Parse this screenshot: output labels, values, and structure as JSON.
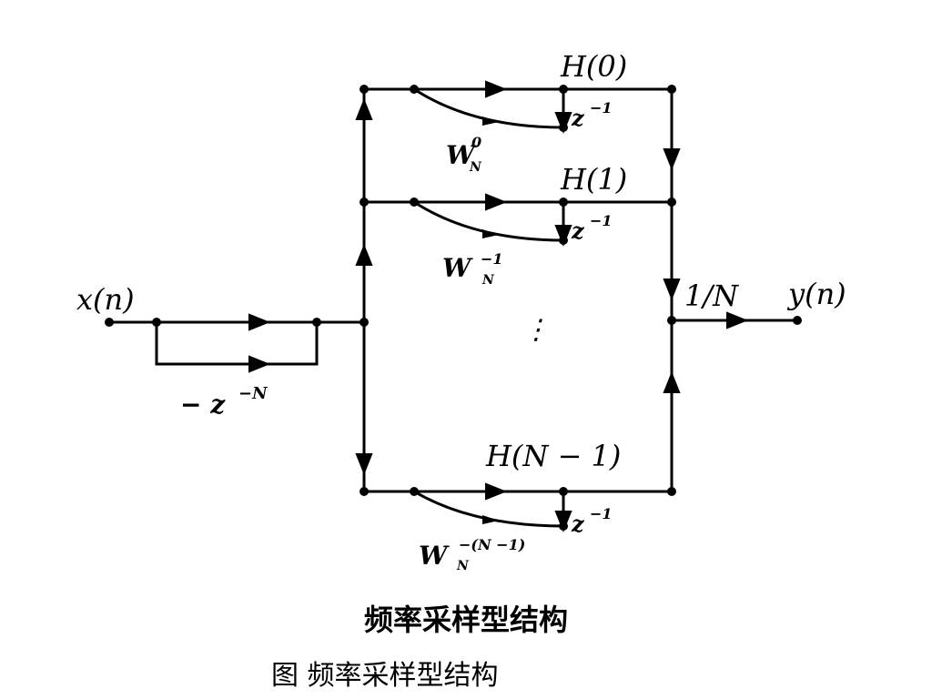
{
  "diagram": {
    "input_label": "x(n)",
    "output_label": "y(n)",
    "comb_label": "− z",
    "comb_exp": "−N",
    "gain_label": "1/N",
    "ellipsis": "⋮",
    "branches": [
      {
        "coef_label": "H(0)",
        "delay_base": "z",
        "delay_exp": "−1",
        "twiddle_base": "W",
        "twiddle_sub": "N",
        "twiddle_sup": "0"
      },
      {
        "coef_label": "H(1)",
        "delay_base": "z",
        "delay_exp": "−1",
        "twiddle_base": "W",
        "twiddle_sub": "N",
        "twiddle_sup": "−1"
      },
      {
        "coef_label": "H(N − 1)",
        "delay_base": "z",
        "delay_exp": "−1",
        "twiddle_base": "W",
        "twiddle_sub": "N",
        "twiddle_sup": "−(N −1)"
      }
    ],
    "title": "频率采样型结构",
    "caption": "图  频率采样型结构"
  }
}
